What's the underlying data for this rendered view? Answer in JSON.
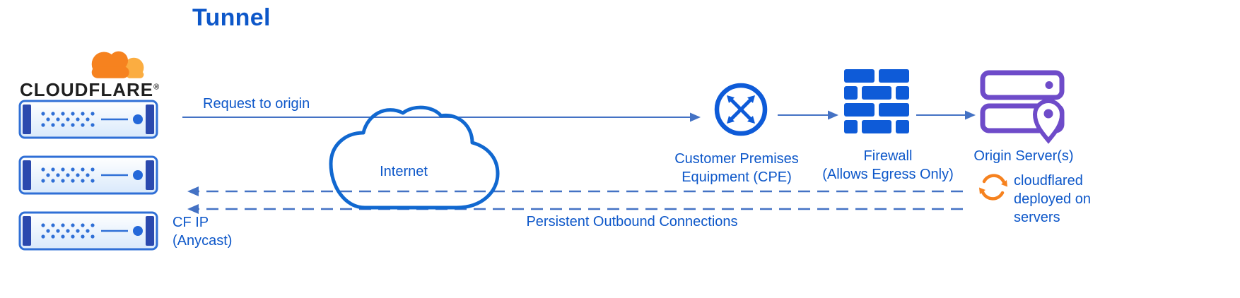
{
  "title": "Tunnel",
  "cloudflare": {
    "wordmark": "CLOUDFLARE",
    "registered_mark": "®",
    "cf_ip_label": "CF IP\n(Anycast)",
    "server_count": 3
  },
  "flow": {
    "request_label": "Request to origin",
    "internet_label": "Internet",
    "outbound_label": "Persistent Outbound Connections"
  },
  "nodes": {
    "cpe_label": "Customer Premises\nEquipment (CPE)",
    "firewall_label": "Firewall\n(Allows Egress Only)",
    "origin_label": "Origin Server(s)",
    "cloudflared_label": "cloudflared\ndeployed on\nservers"
  },
  "icons": {
    "cloudflare_logo_cloud": "two-tone orange cloud",
    "edge_server": "blue rack server with indicator dots",
    "internet_cloud": "blue cloud outline",
    "cpe_router": "circle with crossing diagonal arrows",
    "firewall": "blue brick wall",
    "origin_server": "purple server stack with location pin",
    "cloudflared_sync": "orange circular refresh arrows"
  },
  "colors": {
    "text_blue": "#0d57c9",
    "icon_blue": "#0e5bd8",
    "arrow_blue": "#4472c4",
    "cloud_stroke": "#1168d0",
    "server_stroke": "#2f6fd6",
    "server_cap": "#2b49ae",
    "orange": "#f6821f",
    "orange_light": "#fbad41",
    "purple": "#6e4bc9",
    "wordmark_dark": "#1f1f1f"
  }
}
